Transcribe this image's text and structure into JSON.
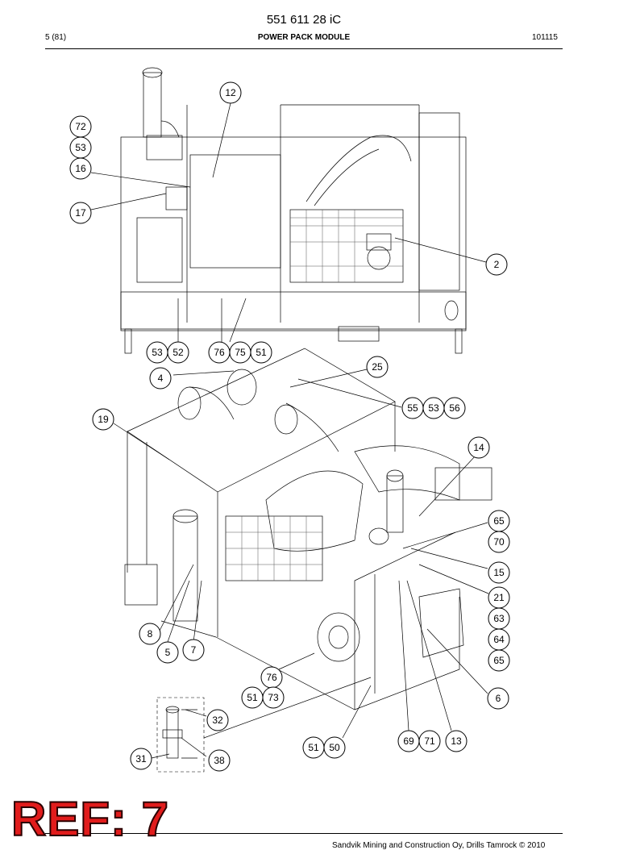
{
  "header": {
    "document_number": "551 611 28 iC",
    "page": "5 (81)",
    "title": "POWER PACK MODULE",
    "date_code": "101115"
  },
  "footer": {
    "copyright": "Sandvik Mining and Construction Oy, Drills Tamrock © 2010"
  },
  "reference": "REF: 7",
  "drawings": {
    "top_view_callouts": [
      "12",
      "72",
      "53",
      "16",
      "17",
      "2",
      "53",
      "52",
      "76",
      "75",
      "51"
    ],
    "iso_view_callouts": [
      "4",
      "25",
      "55",
      "53",
      "56",
      "19",
      "14",
      "65",
      "70",
      "15",
      "21",
      "63",
      "64",
      "65",
      "8",
      "5",
      "7",
      "6",
      "76",
      "51",
      "73"
    ],
    "detail_callouts": [
      "32",
      "31",
      "38",
      "51",
      "50",
      "69",
      "71",
      "13"
    ]
  }
}
